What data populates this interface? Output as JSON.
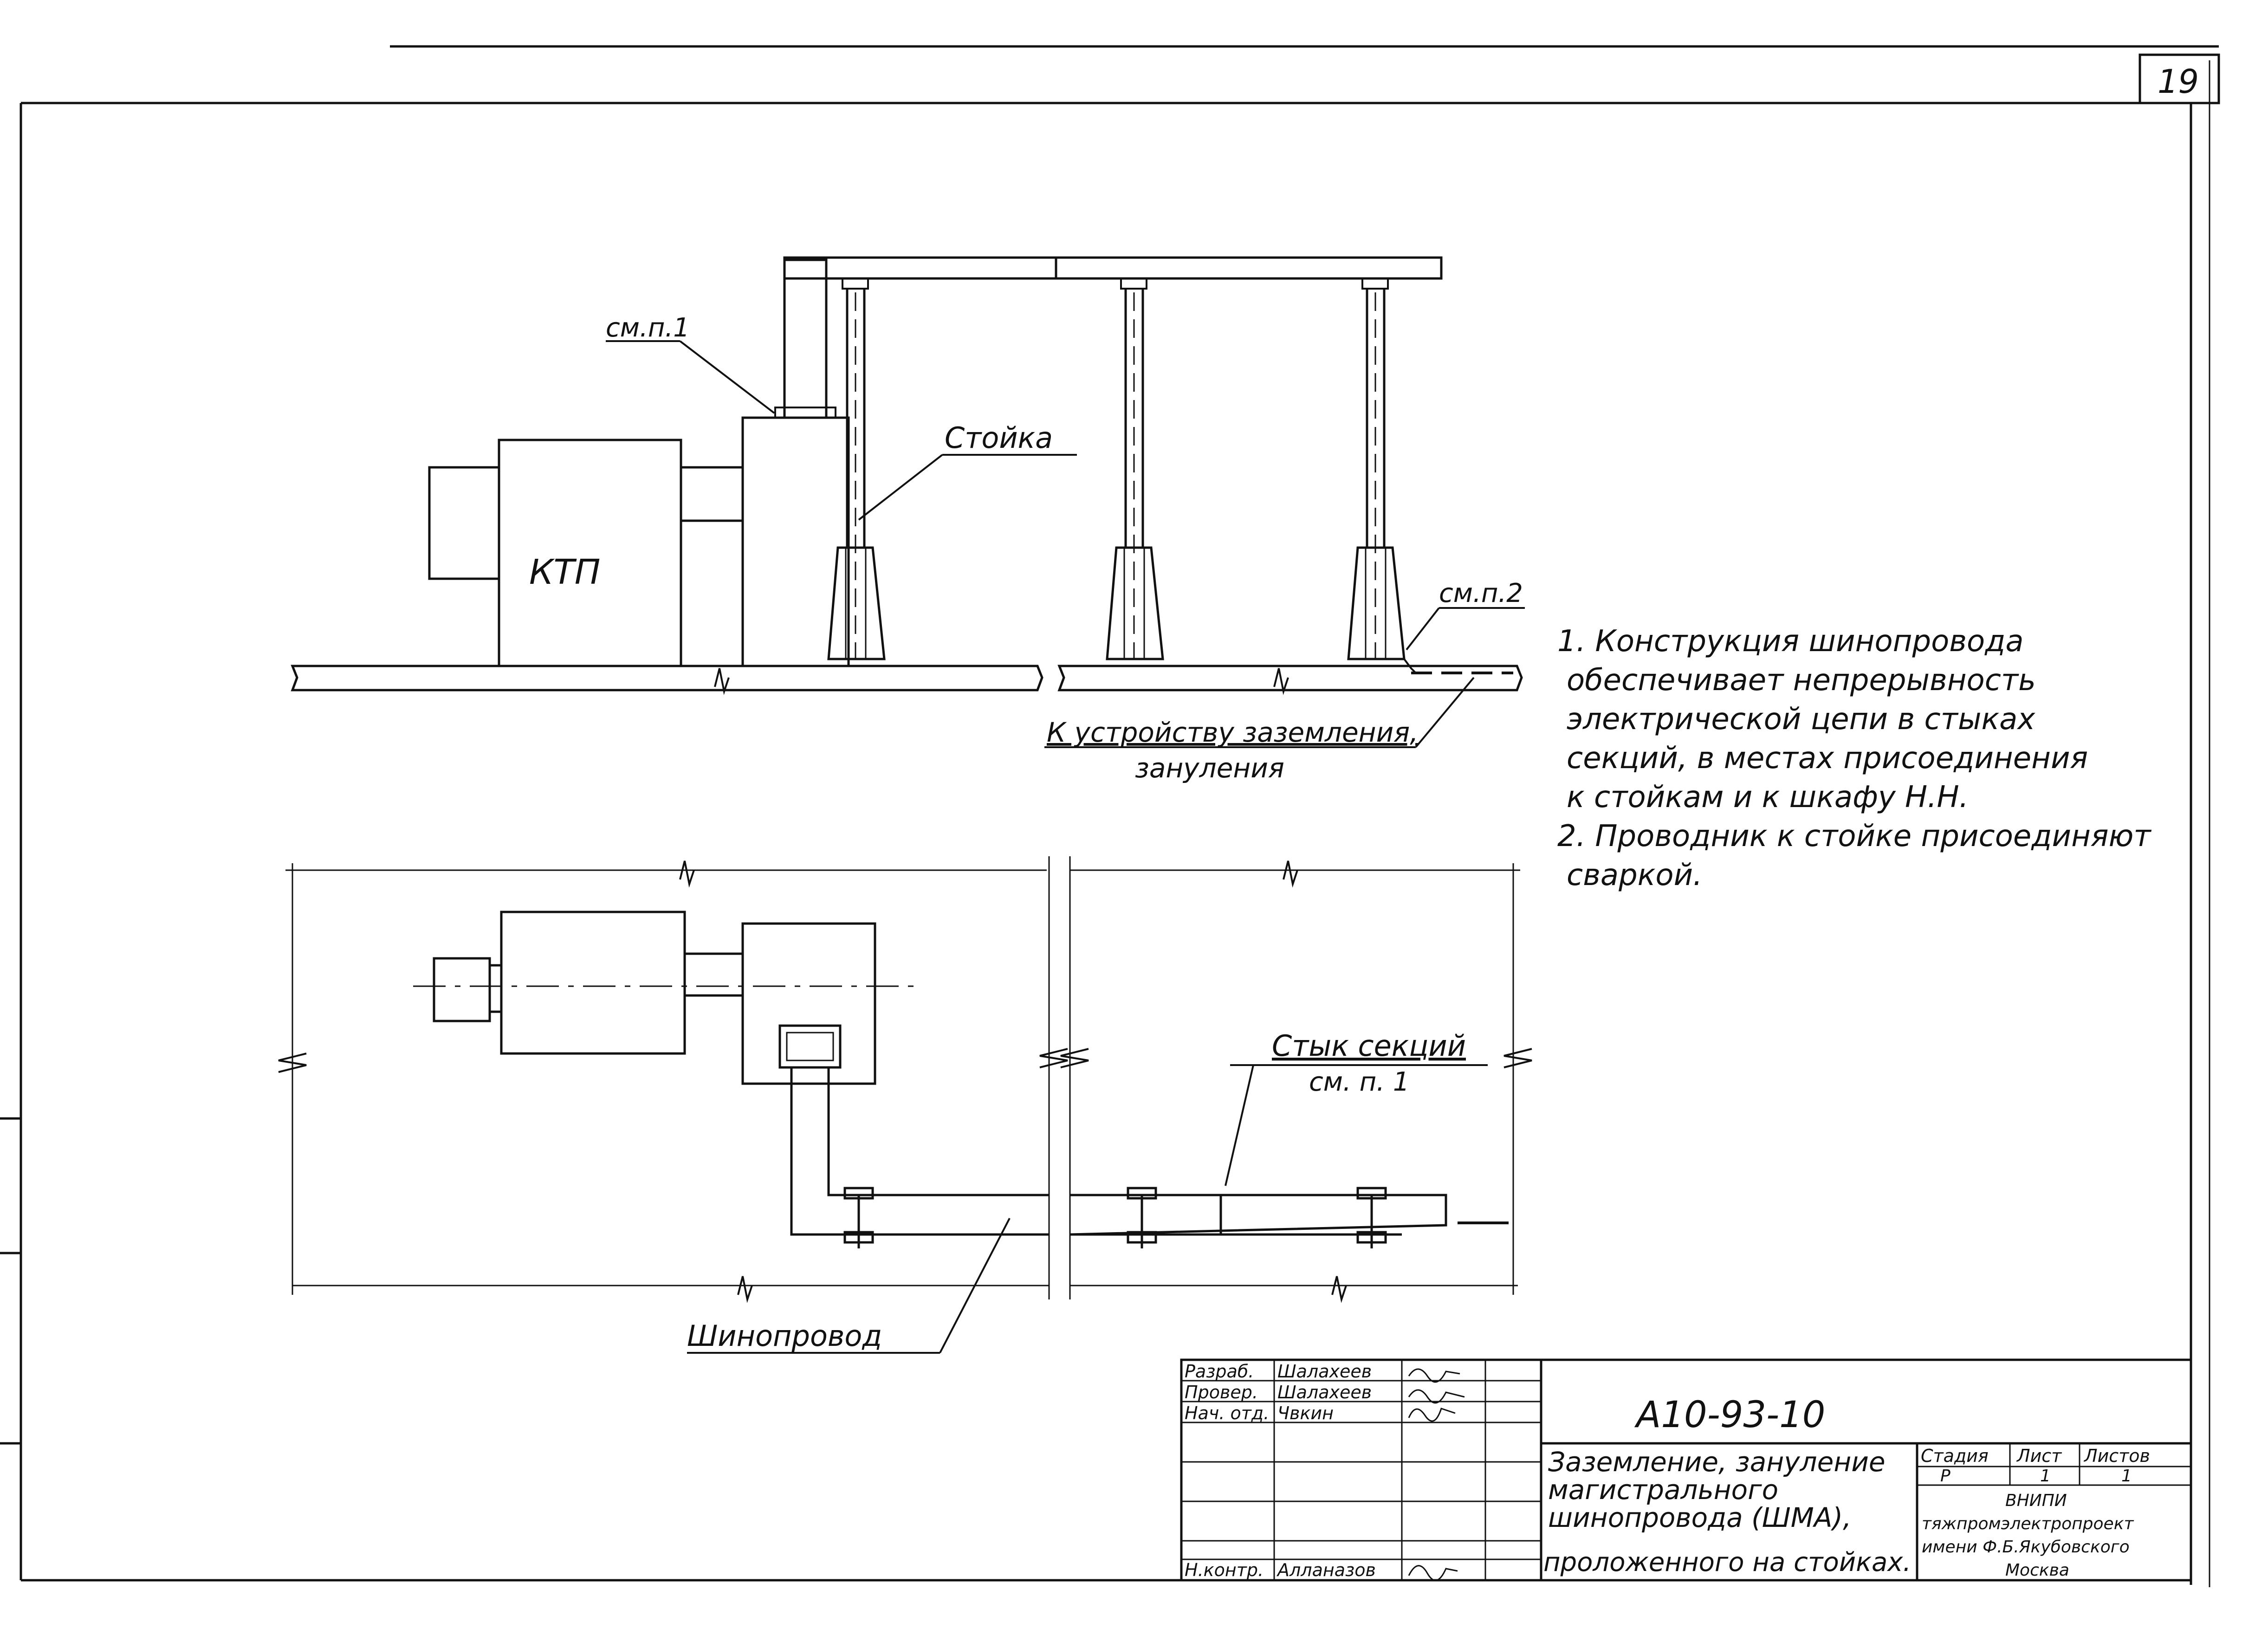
{
  "sheet": {
    "number": "19"
  },
  "labels": {
    "ref_p1_top": "см.п.1",
    "stand": "Стойка",
    "ktp": "КТП",
    "ref_p2": "см.п.2",
    "to_earthing_line1": "К устройству заземления,",
    "to_earthing_line2": "зануления",
    "joint": "Стык секций",
    "ref_p1_plan": "см. п. 1",
    "busway": "Шинопровод"
  },
  "notes": [
    "1. Конструкция шинопровода",
    "обеспечивает непрерывность",
    "электрической цепи в стыках",
    "секций, в местах присоединения",
    "к стойкам и к шкафу Н.Н.",
    "2. Проводник к стойке присоединяют",
    "сваркой."
  ],
  "title_block": {
    "doc_code": "А10-93-10",
    "rows": [
      {
        "role": "Разраб.",
        "name": "Шалахеев"
      },
      {
        "role": "Провер.",
        "name": "Шалахеев"
      },
      {
        "role": "Нач. отд.",
        "name": "Чвкин"
      },
      {
        "role": "",
        "name": ""
      },
      {
        "role": "",
        "name": ""
      },
      {
        "role": "",
        "name": ""
      },
      {
        "role": "Н.контр.",
        "name": "Алланазов"
      }
    ],
    "title_lines": [
      "Заземление, зануление",
      "магистрального",
      "шинопровода (ШМА),",
      "проложенного на стойках."
    ],
    "stage_header": "Стадия",
    "sheet_header": "Лист",
    "sheets_header": "Листов",
    "stage_value": "Р",
    "sheet_value": "1",
    "sheets_value": "1",
    "org_lines": [
      "ВНИПИ",
      "тяжпромэлектропроект",
      "имени Ф.Б.Якубовского",
      "Москва"
    ]
  }
}
